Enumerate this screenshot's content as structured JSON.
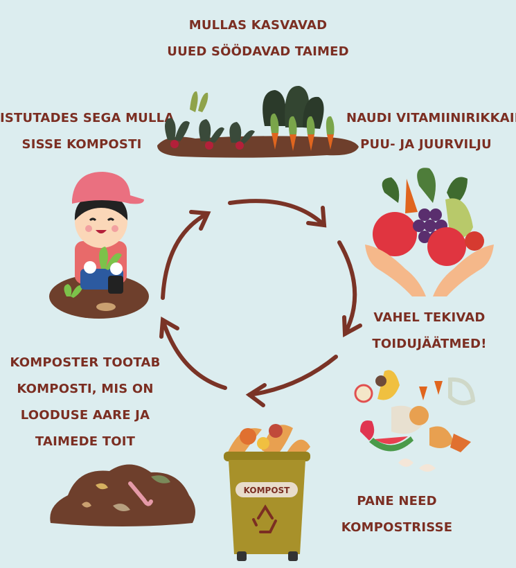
{
  "captions": {
    "top": [
      "MULLAS KASVAVAD",
      "UUED SÖÖDAVAD TAIMED"
    ],
    "left": [
      "ISTUTADES SEGA MULLA",
      "SISSE KOMPOSTI"
    ],
    "right": [
      "NAUDI VITAMIINIRIKKAID",
      "PUU- JA JUURVILJU"
    ],
    "mid_right": [
      "VAHEL TEKIVAD",
      "TOIDUJÄÄTMED!"
    ],
    "bottom_right": [
      "PANE NEED",
      "KOMPOSTRISSE"
    ],
    "bottom_left": [
      "KOMPOSTER TOOTAB",
      "KOMPOSTI, MIS ON",
      "LOODUSE AARE JA",
      "TAIMEDE TOIT"
    ]
  },
  "bin_label": "KOMPOST",
  "colors": {
    "background": "#dcedef",
    "text": "#7b2e22",
    "arrow": "#7a3326",
    "bin": "#a8912a",
    "soil": "#6e3f2c"
  },
  "icons": [
    "vegetable-garden-icon",
    "child-gardener-icon",
    "fruits-in-hands-icon",
    "food-scraps-icon",
    "compost-bin-icon",
    "compost-pile-icon",
    "recycle-icon"
  ]
}
